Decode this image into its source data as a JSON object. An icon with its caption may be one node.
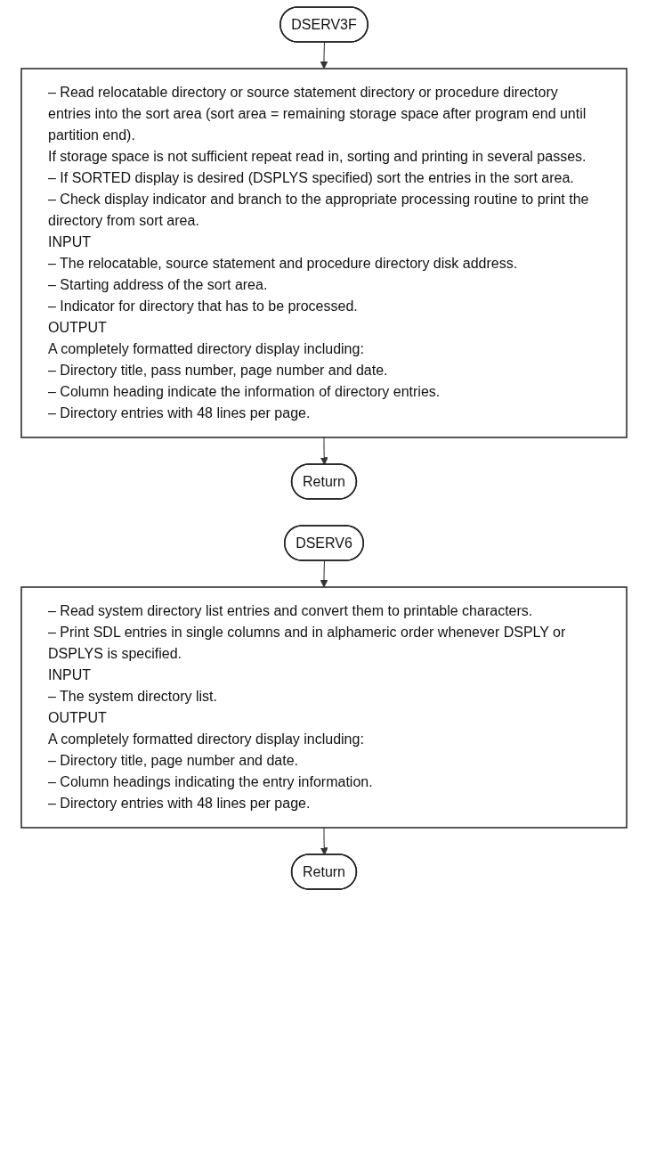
{
  "diagram": {
    "nodes": [
      {
        "text": [
          "DSERV3F"
        ]
      },
      {
        "text": [
          "– Read relocatable directory or source statement directory or procedure directory entries into the sort area (sort area = remaining storage space after program end until partition end).",
          "If storage space is not sufficient repeat read in, sorting and printing in several passes.",
          "– If SORTED display is desired (DSPLYS specified) sort the entries in the sort area.",
          "– Check display indicator and branch to the appropriate processing routine to print the directory from sort area.",
          "INPUT",
          "– The relocatable, source statement and procedure directory disk address.",
          "– Starting address of the sort area.",
          "– Indicator for directory that has to be processed.",
          "OUTPUT",
          "A completely formatted directory display including:",
          "– Directory title, pass number, page number and date.",
          "– Column heading indicate the information of directory entries.",
          "– Directory entries with 48 lines per page."
        ]
      },
      {
        "text": [
          "Return"
        ]
      },
      {
        "text": [
          "DSERV6"
        ]
      },
      {
        "text": [
          "– Read system directory list entries and convert them to printable characters.",
          "– Print SDL entries in single columns and in alphameric order whenever DSPLY or DSPLYS is specified.",
          "INPUT",
          "– The system directory list.",
          "OUTPUT",
          "A completely formatted directory display including:",
          "– Directory title, page number and date.",
          "– Column headings indicating the entry information.",
          "– Directory entries with 48 lines per page."
        ]
      },
      {
        "text": [
          "Return"
        ]
      }
    ],
    "edges": [
      {
        "from": 0,
        "to": 1,
        "arrow": "to"
      },
      {
        "from": 1,
        "to": 2,
        "arrow": "to"
      },
      {
        "from": 3,
        "to": 4,
        "arrow": "to"
      },
      {
        "from": 4,
        "to": 5,
        "arrow": "to"
      }
    ]
  }
}
